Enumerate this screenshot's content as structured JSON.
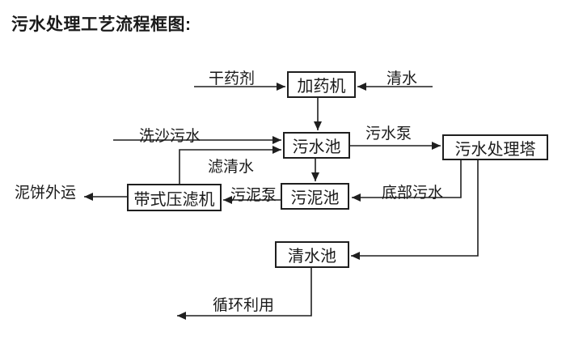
{
  "title": "污水处理工艺流程框图:",
  "nodes": {
    "dosing_machine": "加药机",
    "sewage_pool": "污水池",
    "treatment_tower": "污水处理塔",
    "sludge_pool": "污泥池",
    "belt_filter_press": "带式压滤机",
    "clear_water_pool": "清水池"
  },
  "flow_labels": {
    "dry_chemical": "干药剂",
    "clean_water": "清水",
    "sand_washing_sewage": "洗沙污水",
    "filtered_clear_water": "滤清水",
    "sewage_pump": "污水泵",
    "sludge_pump": "污泥泵",
    "bottom_sewage": "底部污水",
    "mud_cake_outbound": "泥饼外运",
    "recycle_reuse": "循环利用"
  },
  "edges": [
    {
      "from": "干药剂",
      "to": "加药机"
    },
    {
      "from": "清水",
      "to": "加药机"
    },
    {
      "from": "加药机",
      "to": "污水池"
    },
    {
      "from": "洗沙污水",
      "to": "污水池"
    },
    {
      "from": "带式压滤机",
      "to": "污水池",
      "label": "滤清水"
    },
    {
      "from": "污水池",
      "to": "污水处理塔",
      "label": "污水泵"
    },
    {
      "from": "污水池",
      "to": "污泥池"
    },
    {
      "from": "污泥池",
      "to": "带式压滤机",
      "label": "污泥泵"
    },
    {
      "from": "带式压滤机",
      "to": "泥饼外运"
    },
    {
      "from": "污水处理塔",
      "to": "污泥池",
      "label": "底部污水"
    },
    {
      "from": "污水处理塔",
      "to": "清水池"
    },
    {
      "from": "清水池",
      "to": "循环利用"
    }
  ],
  "colors": {
    "line": "#1f1f1f",
    "box_border": "#1f1f1f",
    "box_fill": "#ffffff",
    "text": "#1a1a1a",
    "background": "#ffffff"
  }
}
